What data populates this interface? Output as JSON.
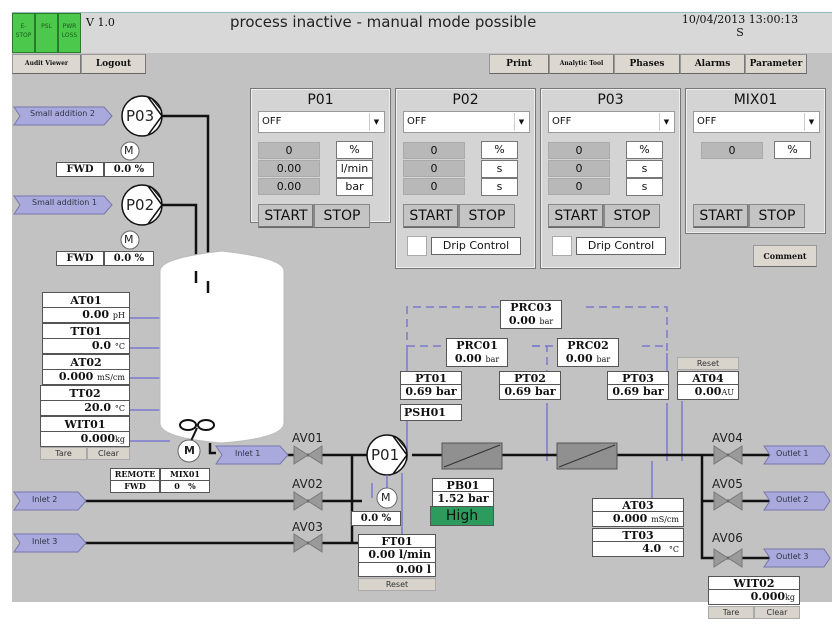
{
  "header": {
    "status_indicators": [
      {
        "label": "E-STOP",
        "color": "#4cc94c"
      },
      {
        "label": "PSL",
        "color": "#4cc94c"
      },
      {
        "label": "PWR LOSS",
        "color": "#4cc94c"
      }
    ],
    "version": "V 1.0",
    "status_title": "process inactive - manual mode possible",
    "datetime": "10/04/2013 13:00:13",
    "datetime_suffix": "S"
  },
  "toolbar": {
    "audit_viewer": "Audit Viewer",
    "logout": "Logout",
    "print": "Print",
    "analytic_tool": "Analytic Tool",
    "phases": "Phases",
    "alarms": "Alarms",
    "parameter": "Parameter"
  },
  "panels": {
    "p01": {
      "title": "P01",
      "mode": "OFF",
      "rows": [
        {
          "value": "0",
          "unit": "%"
        },
        {
          "value": "0.00",
          "unit": "l/min"
        },
        {
          "value": "0.00",
          "unit": "bar"
        }
      ],
      "start": "START",
      "stop": "STOP"
    },
    "p02": {
      "title": "P02",
      "mode": "OFF",
      "rows": [
        {
          "value": "0",
          "unit": "%"
        },
        {
          "value": "0",
          "unit": "s"
        },
        {
          "value": "0",
          "unit": "s"
        }
      ],
      "start": "START",
      "stop": "STOP",
      "drip_control": "Drip Control",
      "drip_checked": false
    },
    "p03": {
      "title": "P03",
      "mode": "OFF",
      "rows": [
        {
          "value": "0",
          "unit": "%"
        },
        {
          "value": "0",
          "unit": "s"
        },
        {
          "value": "0",
          "unit": "s"
        }
      ],
      "start": "START",
      "stop": "STOP",
      "drip_control": "Drip Control",
      "drip_checked": false
    },
    "mix01": {
      "title": "MIX01",
      "mode": "OFF",
      "rows": [
        {
          "value": "0",
          "unit": "%"
        }
      ],
      "start": "START",
      "stop": "STOP"
    },
    "comment": "Comment"
  },
  "pumps": {
    "p03": {
      "label": "P03",
      "motor": "M",
      "direction": "FWD",
      "speed": "0.0 %",
      "source": "Small addition 2"
    },
    "p02": {
      "label": "P02",
      "motor": "M",
      "direction": "FWD",
      "speed": "0.0 %",
      "source": "Small addition 1"
    },
    "p01": {
      "label": "P01",
      "motor": "M",
      "speed": "0.0 %"
    }
  },
  "tank": {
    "instruments": [
      {
        "tag": "AT01",
        "value": "0.00",
        "unit": "pH"
      },
      {
        "tag": "TT01",
        "value": "0.0",
        "unit": "°C"
      },
      {
        "tag": "AT02",
        "value": "0.000",
        "unit": "mS/cm"
      },
      {
        "tag": "TT02",
        "value": "20.0",
        "unit": "°C"
      },
      {
        "tag": "WIT01",
        "value": "0.000",
        "unit": "kg"
      }
    ],
    "tare": "Tare",
    "clear": "Clear",
    "mixer_motor": "M",
    "mixer_status": {
      "mode": "REMOTE",
      "tag": "MIX01",
      "direction": "FWD",
      "value": "0",
      "unit": "%"
    }
  },
  "inlets": [
    "Inlet 1",
    "Inlet 2",
    "Inlet 3"
  ],
  "outlets": [
    "Outlet 1",
    "Outlet 2",
    "Outlet 3"
  ],
  "valves": [
    "AV01",
    "AV02",
    "AV03",
    "AV04",
    "AV05",
    "AV06"
  ],
  "sensors": {
    "prc03": {
      "tag": "PRC03",
      "value": "0.00",
      "unit": "bar"
    },
    "prc01": {
      "tag": "PRC01",
      "value": "0.00",
      "unit": "bar"
    },
    "prc02": {
      "tag": "PRC02",
      "value": "0.00",
      "unit": "bar"
    },
    "pt01": {
      "tag": "PT01",
      "value": "0.69",
      "unit": "bar"
    },
    "pt02": {
      "tag": "PT02",
      "value": "0.69",
      "unit": "bar"
    },
    "pt03": {
      "tag": "PT03",
      "value": "0.69",
      "unit": "bar"
    },
    "at04": {
      "tag": "AT04",
      "value": "0.00",
      "unit": "AU",
      "reset": "Reset"
    },
    "psh01": {
      "tag": "PSH01",
      "state_color": "#3cb83c"
    },
    "pb01": {
      "tag": "PB01",
      "value": "1.52",
      "unit": "bar",
      "alarm": "High",
      "alarm_color": "#2e9b5e"
    },
    "ft01": {
      "tag": "FT01",
      "flow": "0.00",
      "flow_unit": "l/min",
      "total": "0.00",
      "total_unit": "l",
      "reset": "Reset"
    },
    "at03": {
      "tag": "AT03",
      "value": "0.000",
      "unit": "mS/cm"
    },
    "tt03": {
      "tag": "TT03",
      "value": "4.0",
      "unit": "°C"
    },
    "wit02": {
      "tag": "WIT02",
      "value": "0.000",
      "unit": "kg",
      "tare": "Tare",
      "clear": "Clear"
    }
  }
}
